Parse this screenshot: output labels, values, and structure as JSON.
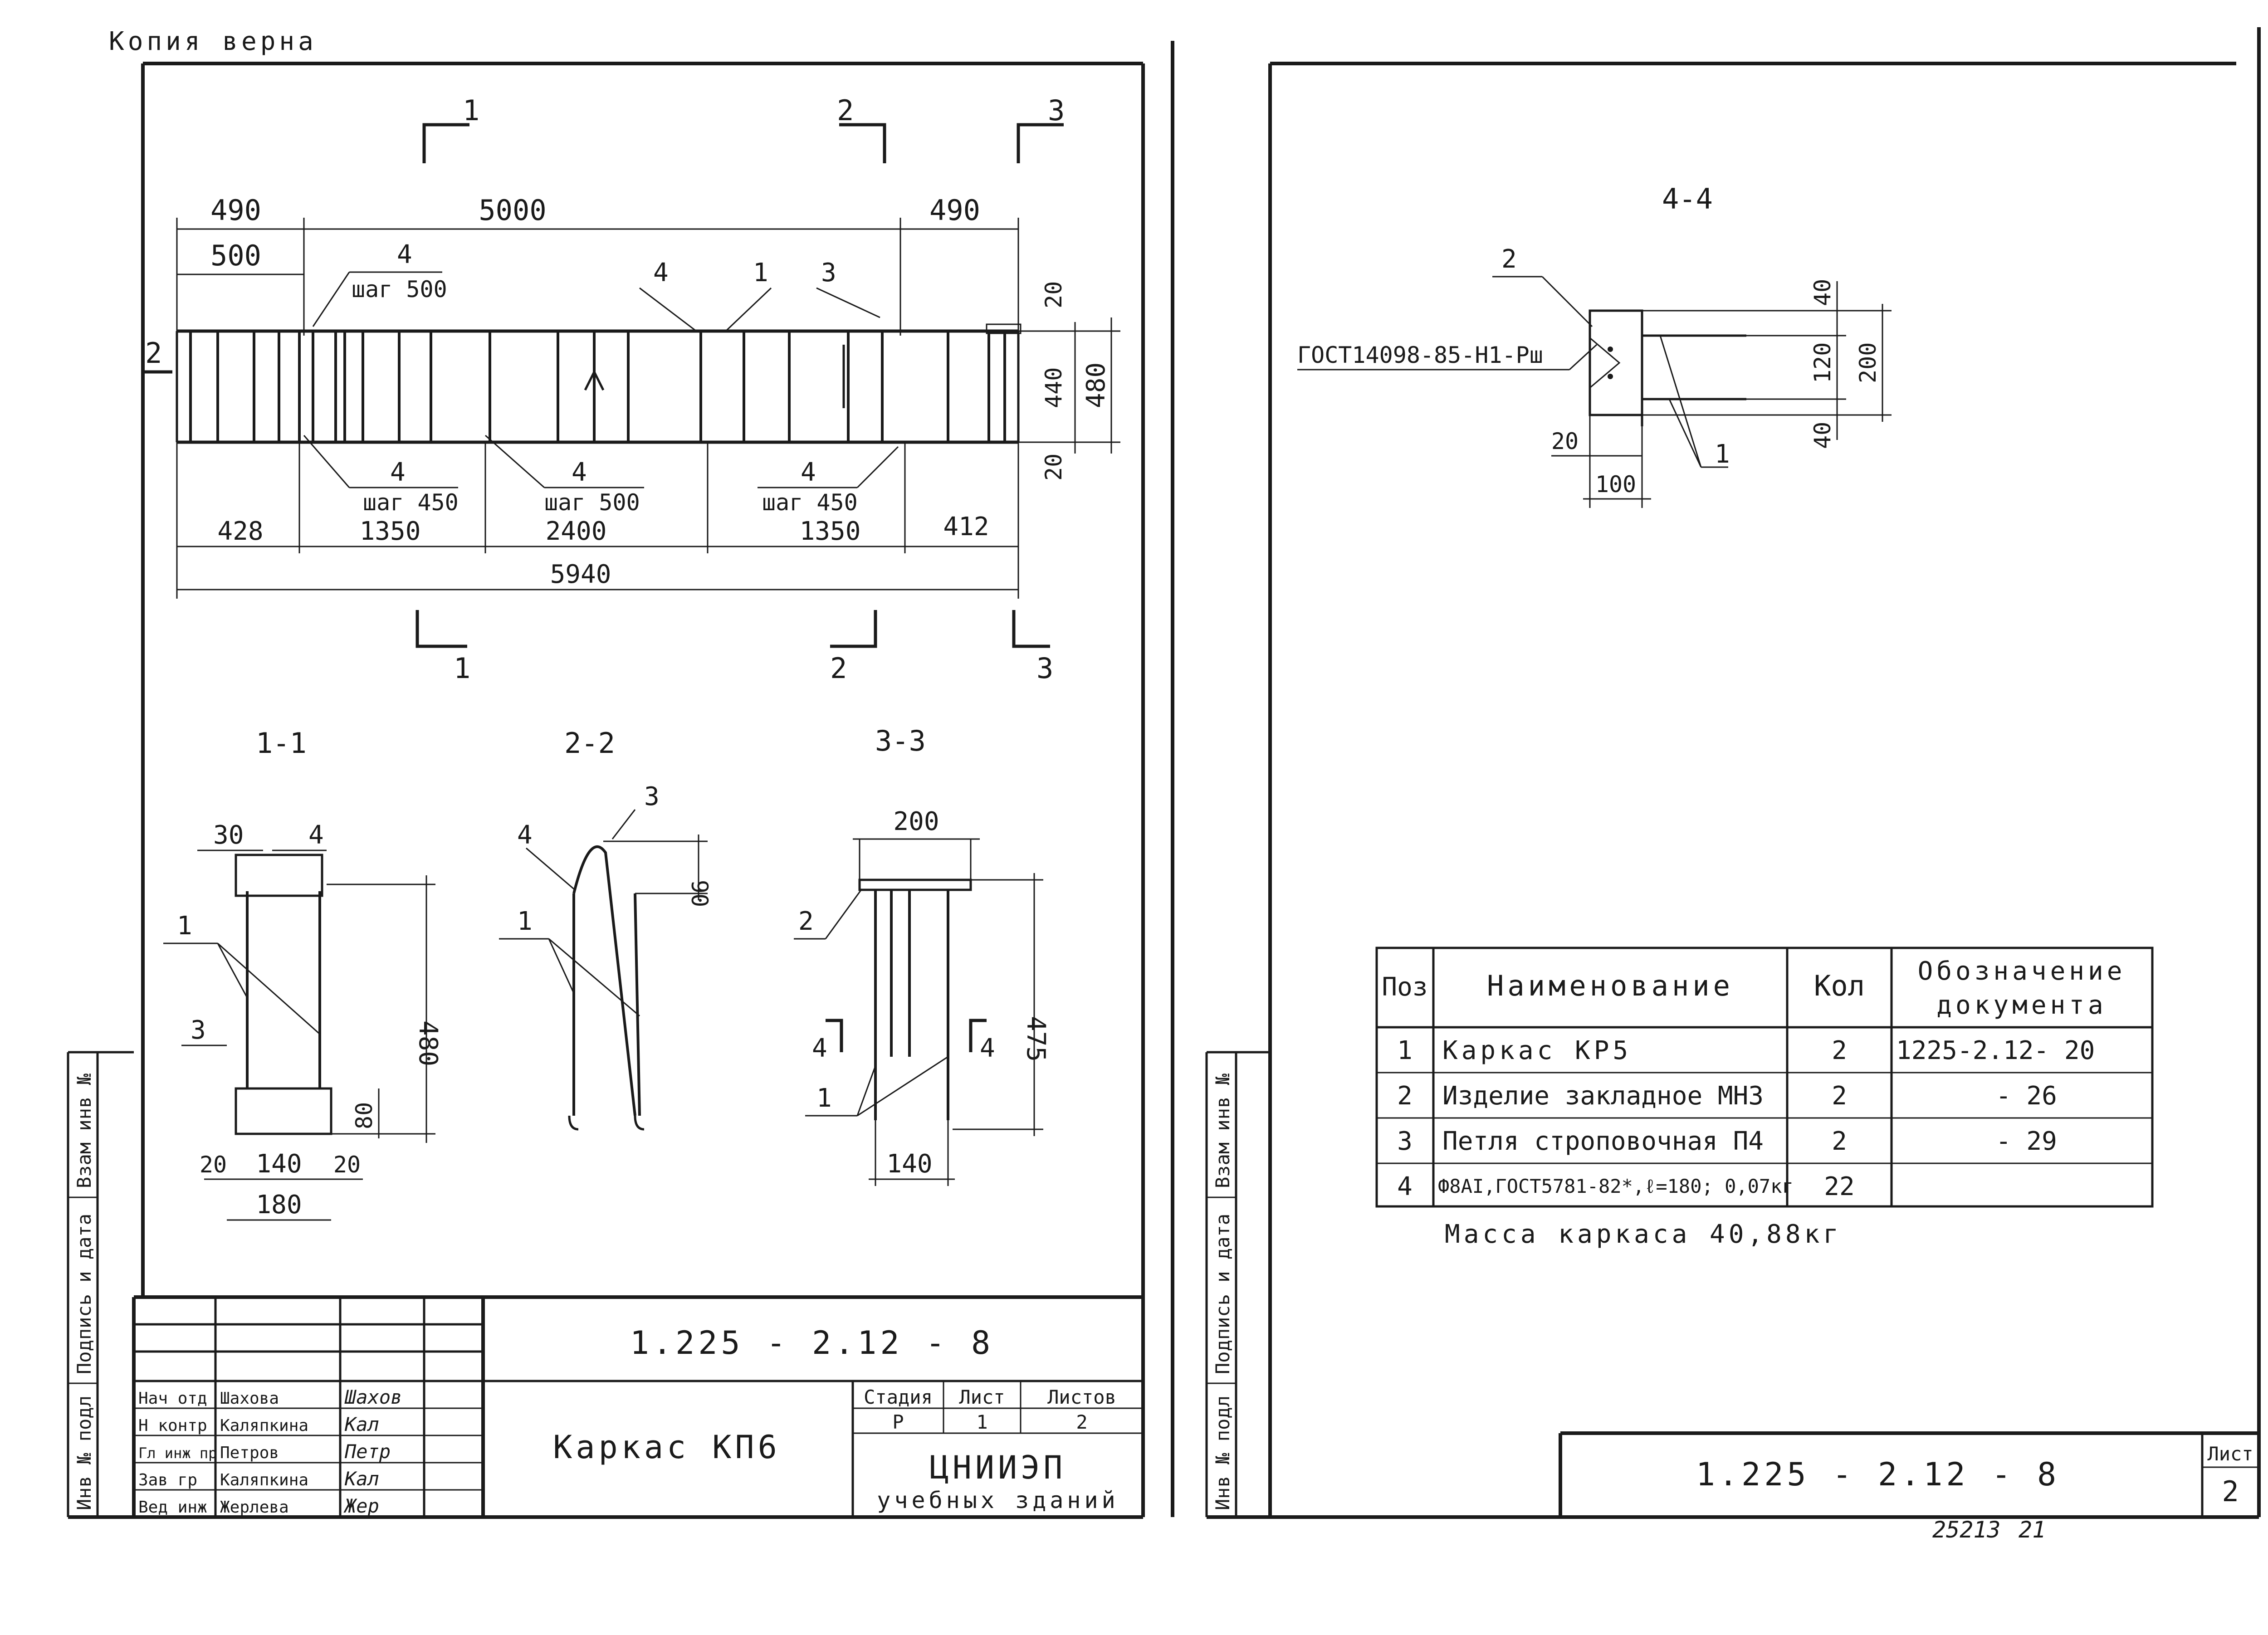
{
  "header": {
    "copy_note": "Копия верна"
  },
  "elevation": {
    "section_marks": {
      "s1": "1",
      "s2": "2",
      "s3": "3",
      "side_mark": "2"
    },
    "top_dims": {
      "left": "490",
      "mid": "5000",
      "right": "490",
      "first_gap": "500"
    },
    "top_callouts": {
      "bar4_label": "4",
      "bar4_step": "шаг 500",
      "c4": "4",
      "c1": "1",
      "c3": "3"
    },
    "right_dims": {
      "top": "20",
      "mid": "440",
      "total": "480",
      "bottom": "20"
    },
    "bottom_callouts": [
      {
        "pos": "4",
        "step": "шаг 450"
      },
      {
        "pos": "4",
        "step": "шаг 500"
      },
      {
        "pos": "4",
        "step": "шаг 450"
      }
    ],
    "bottom_dims": {
      "d428": "428",
      "d1350a": "1350",
      "d2400": "2400",
      "d1350b": "1350",
      "d412": "412",
      "total": "5940"
    }
  },
  "sections": {
    "s11": {
      "title": "1-1",
      "d30": "30",
      "c4": "4",
      "c1": "1",
      "c3": "3",
      "h480": "480",
      "h80": "80",
      "w20a": "20",
      "w140": "140",
      "w20b": "20",
      "w180": "180"
    },
    "s22": {
      "title": "2-2",
      "c3": "3",
      "c4": "4",
      "c1": "1",
      "h90": "90"
    },
    "s33": {
      "title": "3-3",
      "w200": "200",
      "c2": "2",
      "h475": "475",
      "m4a": "4",
      "m4b": "4",
      "c1": "1",
      "w140": "140"
    },
    "s44": {
      "title": "4-4",
      "c2": "2",
      "gost": "ГОСТ14098-85-Н1-Рш",
      "h40a": "40",
      "h120": "120",
      "h200": "200",
      "h40b": "40",
      "w20": "20",
      "w100": "100",
      "c1": "1"
    }
  },
  "spec_table": {
    "headers": {
      "pos": "Поз",
      "name": "Наименование",
      "qty": "Кол",
      "doc_line1": "Обозначение",
      "doc_line2": "документа"
    },
    "rows": [
      {
        "pos": "1",
        "name": "Каркас КР5",
        "qty": "2",
        "doc": "1225-2.12- 20"
      },
      {
        "pos": "2",
        "name": "Изделие закладное МН3",
        "qty": "2",
        "doc": "- 26"
      },
      {
        "pos": "3",
        "name": "Петля строповочная П4",
        "qty": "2",
        "doc": "- 29"
      },
      {
        "pos": "4",
        "name": "Ф8АI,ГОСТ5781-82*,ℓ=180; 0,07кг",
        "qty": "22",
        "doc": ""
      }
    ],
    "mass_note": "Масса каркаса 40,88кг"
  },
  "side_stamp": {
    "col1": "Инв № подл",
    "col2": "Подпись и дата",
    "col3": "Взам инв №"
  },
  "title_block": {
    "code": "1.225 - 2.12 - 8",
    "name": "Каркас КП6",
    "stage_header": "Стадия",
    "sheet_header": "Лист",
    "sheets_header": "Листов",
    "stage": "Р",
    "sheet": "1",
    "sheets": "2",
    "org_name": "ЦНИИЭП",
    "org_sub": "учебных зданий",
    "roles": [
      {
        "role": "Нач отд",
        "name": "Шахова",
        "sign": "Шахов"
      },
      {
        "role": "Н контр",
        "name": "Каляпкина",
        "sign": "Кал"
      },
      {
        "role": "Гл инж пр",
        "name": "Петров",
        "sign": "Петр"
      },
      {
        "role": "Зав гр",
        "name": "Каляпкина",
        "sign": "Кал"
      },
      {
        "role": "Вед инж",
        "name": "Жерлева",
        "sign": "Жер"
      }
    ]
  },
  "sheet2": {
    "code": "1.225 - 2.12 - 8",
    "sheet_label": "Лист",
    "sheet_number": "2",
    "archive_no": "25213",
    "archive_page": "21"
  }
}
